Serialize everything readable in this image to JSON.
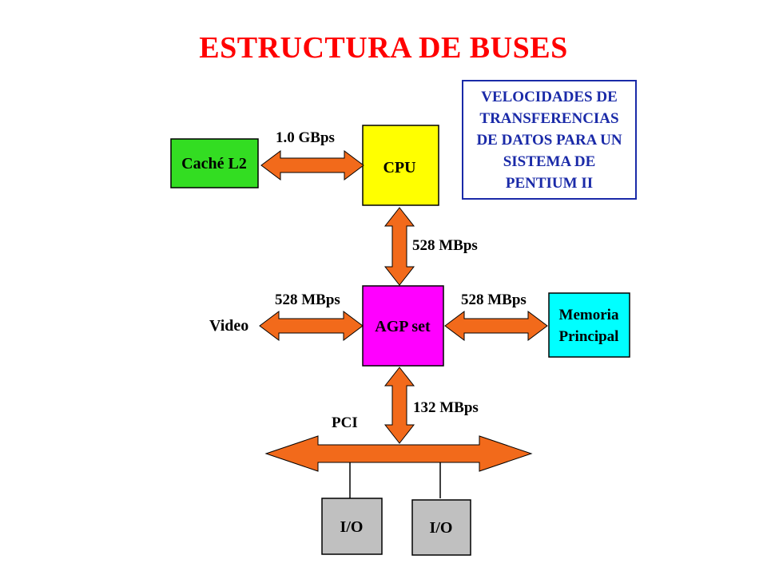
{
  "title": "ESTRUCTURA DE BUSES",
  "info": {
    "lines": [
      "VELOCIDADES DE",
      "TRANSFERENCIAS",
      "DE DATOS PARA UN",
      "SISTEMA DE",
      "PENTIUM II"
    ]
  },
  "components": {
    "cache": "Caché L2",
    "cpu": "CPU",
    "agp": "AGP set",
    "memory_line1": "Memoria",
    "memory_line2": "Principal",
    "video": "Video",
    "pci": "PCI",
    "io_1": "I/O",
    "io_2": "I/O"
  },
  "speeds": {
    "cache_cpu": "1.0 GBps",
    "cpu_agp": "528 MBps",
    "video_agp": "528 MBps",
    "agp_memory": "528 MBps",
    "agp_pci": "132 MBps"
  },
  "colors": {
    "title": "#ff0000",
    "cache": "#33dd22",
    "cpu": "#ffff00",
    "agp": "#ff00ff",
    "memory": "#00ffff",
    "io": "#c0c0c0",
    "arrow": "#f26a1b",
    "info": "#1a2aa8"
  }
}
